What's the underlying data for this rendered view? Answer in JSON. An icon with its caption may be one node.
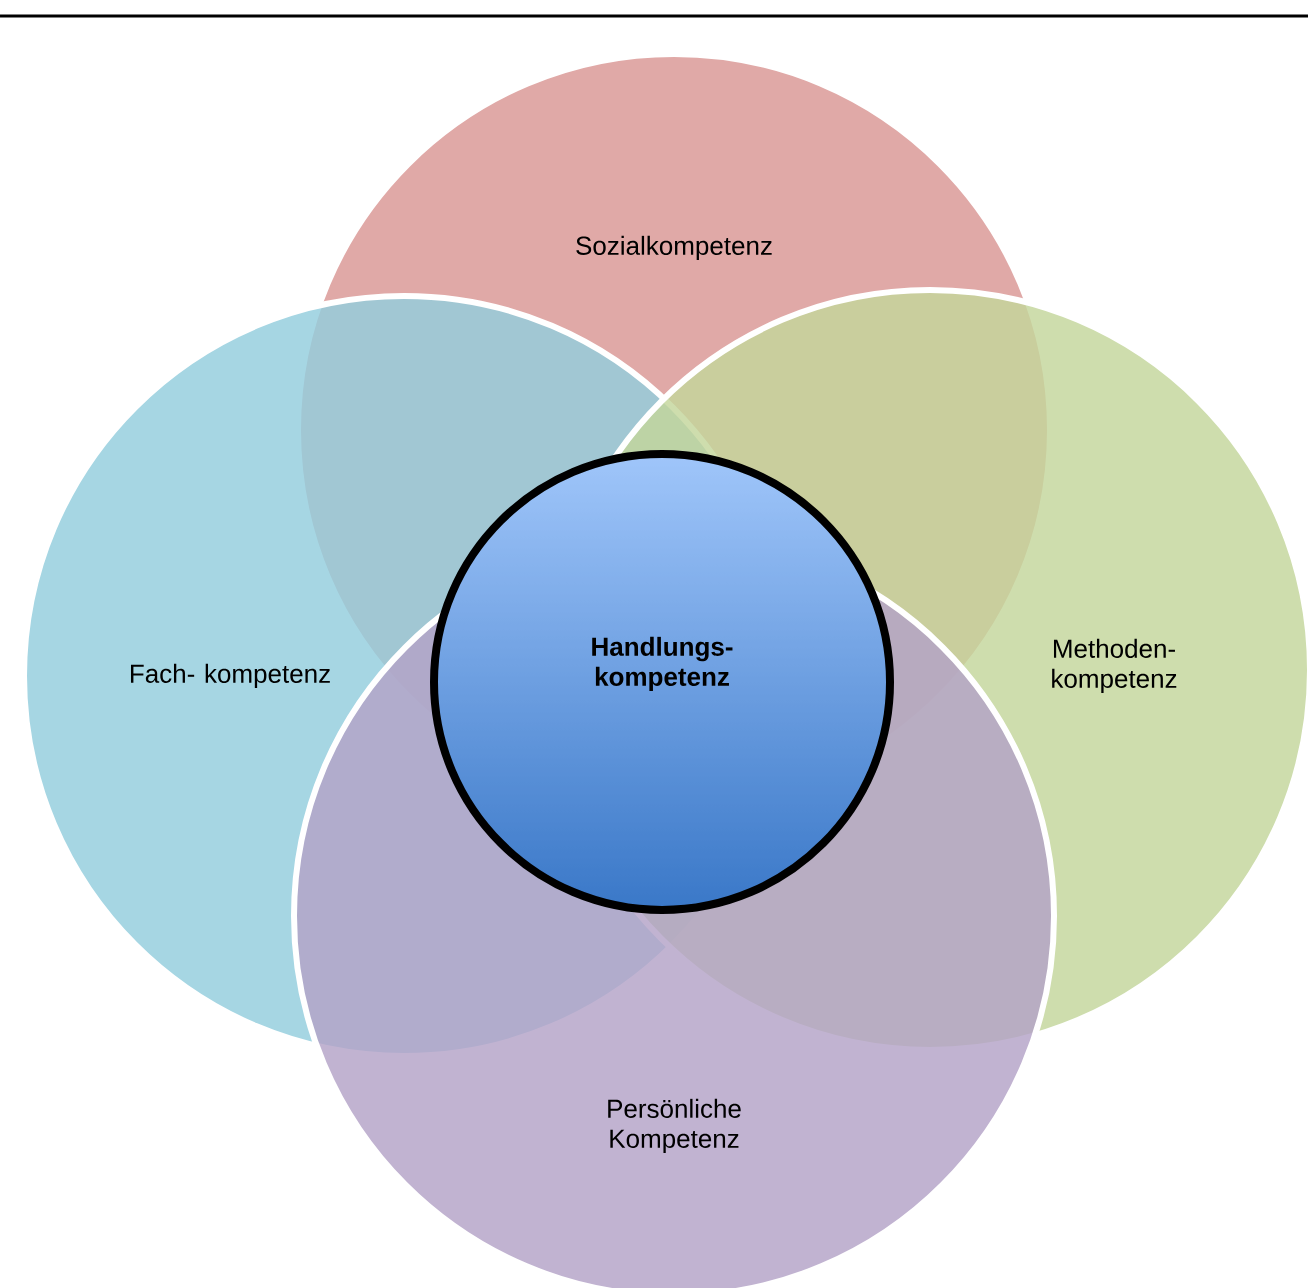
{
  "diagram": {
    "nodes": [
      {
        "text": [
          "Sozialkompetenz"
        ]
      },
      {
        "text": [
          "Fach- kompetenz"
        ]
      },
      {
        "text": [
          "Handlungs- kompetenz"
        ]
      },
      {
        "text": [
          "Methoden- kompetenz"
        ]
      },
      {
        "text": [
          "Persönliche Kompetenz"
        ]
      }
    ]
  }
}
